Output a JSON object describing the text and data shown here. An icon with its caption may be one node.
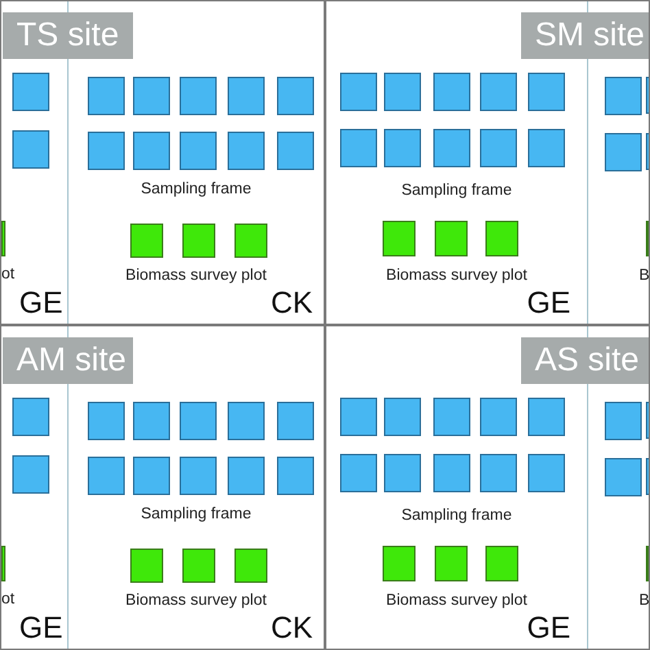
{
  "diagram": {
    "nodes": [
      {
        "text": [],
        "shape": "box"
      },
      {
        "text": [
          "TS site"
        ],
        "in": 0
      },
      {
        "text": [
          "ot",
          "GE"
        ],
        "in": 0
      },
      {
        "text": [
          "Sampling frame",
          "Biomass survey plot",
          "CK"
        ],
        "in": 0
      },
      {
        "text": [],
        "shape": "box"
      },
      {
        "text": [
          "SM site"
        ],
        "in": 4
      },
      {
        "text": [
          "Sampling frame",
          "Biomass survey plot",
          "GE"
        ],
        "in": 4
      },
      {
        "text": [
          "B"
        ],
        "in": 4
      },
      {
        "text": [],
        "shape": "box"
      },
      {
        "text": [
          "AM site"
        ],
        "in": 8
      },
      {
        "text": [
          "ot",
          "GE"
        ],
        "in": 8
      },
      {
        "text": [
          "Sampling frame",
          "Biomass survey plot",
          "CK"
        ],
        "in": 8
      },
      {
        "text": [],
        "shape": "box"
      },
      {
        "text": [
          "AS site"
        ],
        "in": 12
      },
      {
        "text": [
          "Sampling frame",
          "Biomass survey plot",
          "GE"
        ],
        "in": 12
      },
      {
        "text": [
          "B"
        ],
        "in": 12
      }
    ]
  }
}
